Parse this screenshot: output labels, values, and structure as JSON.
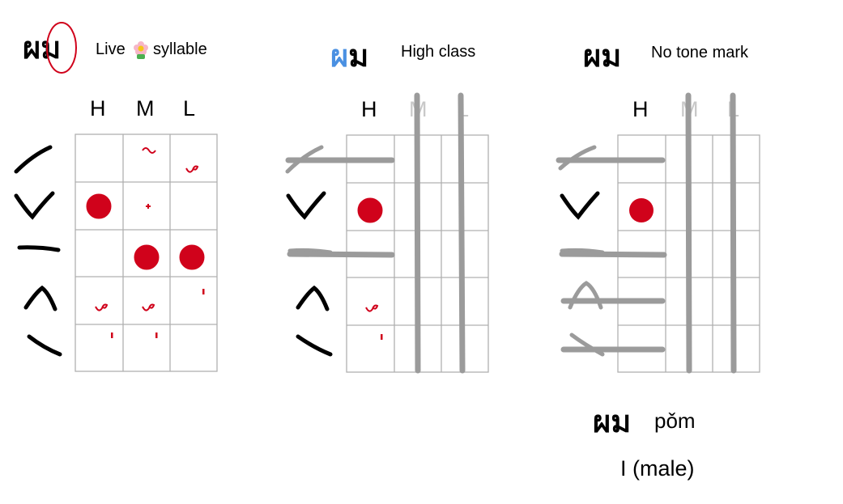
{
  "panel1": {
    "thai_word": "ผม",
    "note_before": "Live",
    "note_icon": "flower-icon",
    "note_after": "syllable",
    "columns": [
      "H",
      "M",
      "L"
    ]
  },
  "panel2": {
    "thai_first": "ผ",
    "thai_rest": "ม",
    "note": "High class",
    "columns": [
      "H",
      "M",
      "L"
    ]
  },
  "panel3": {
    "thai_word": "ผม",
    "note": "No tone mark",
    "columns": [
      "H",
      "M",
      "L"
    ]
  },
  "answer": {
    "thai_word": "ผม",
    "romanization": "pǒm",
    "translation": "I (male)"
  },
  "tone_marks": [
    "ไม้เอก",
    "ไม้โท",
    "ไม้ตรี",
    "ไม้จัตวา"
  ],
  "colors": {
    "ink": "#000000",
    "dot_red": "#d0021b",
    "highlight_blue": "#4a90e2",
    "strike_gray": "#9b9b9b",
    "grid_gray": "#b0b0b0"
  }
}
